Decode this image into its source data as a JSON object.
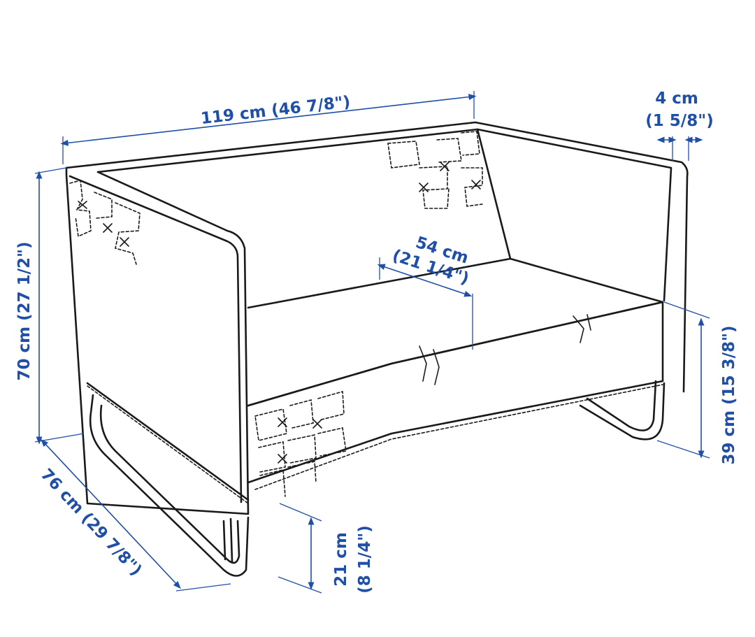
{
  "dimensions": {
    "width": {
      "metric": "119 cm",
      "imperial": "(46 7/8\")"
    },
    "frame_thickness": {
      "metric": "4 cm",
      "imperial": "(1 5/8\")"
    },
    "seat_depth": {
      "metric": "54 cm",
      "imperial": "(21 1/4\")"
    },
    "height": {
      "metric": "70 cm",
      "imperial": "(27 1/2\")"
    },
    "seat_height": {
      "metric": "39 cm",
      "imperial": "(15 3/8\")"
    },
    "depth": {
      "metric": "76 cm",
      "imperial": "(29 7/8\")"
    },
    "leg_height": {
      "metric": "21 cm",
      "imperial": "(8 1/4\")"
    }
  },
  "colors": {
    "dimension": "#1f4fa6",
    "outline": "#1a1a1a",
    "background": "#ffffff"
  },
  "icons": {
    "product": "loveseat-sofa-icon"
  }
}
